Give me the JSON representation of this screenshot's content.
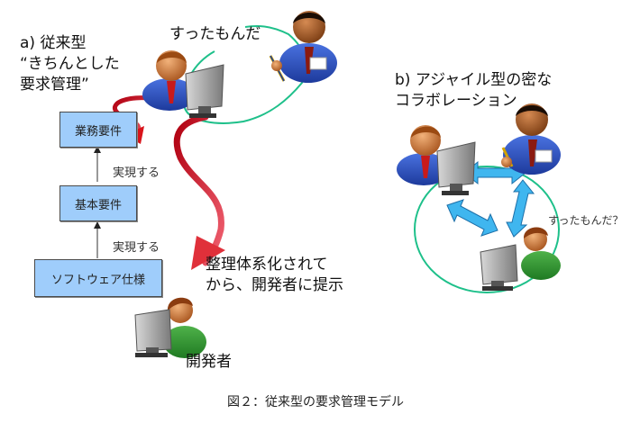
{
  "left_panel": {
    "title_lines": [
      "a) 従来型",
      "“きちんとした",
      "要求管理”"
    ],
    "speech": "すったもんだ",
    "boxes": [
      "業務要件",
      "基本要件",
      "ソフトウェア仕様"
    ],
    "arrow_labels": [
      "実現する",
      "実現する"
    ],
    "handoff_lines": [
      "整理体系化されて",
      "から、開発者に提示"
    ],
    "developer_label": "開発者"
  },
  "right_panel": {
    "title_lines": [
      "b) アジャイル型の密な",
      "コラボレーション"
    ],
    "speech": "すったもんだ？"
  },
  "caption": "図２：従来型の要求管理モデル",
  "colors": {
    "box_fill": "#9fcdfb",
    "red_arrow": "#d9141b",
    "green_loop": "#1ec08a",
    "blue_arrow": "#3fb6ef"
  }
}
